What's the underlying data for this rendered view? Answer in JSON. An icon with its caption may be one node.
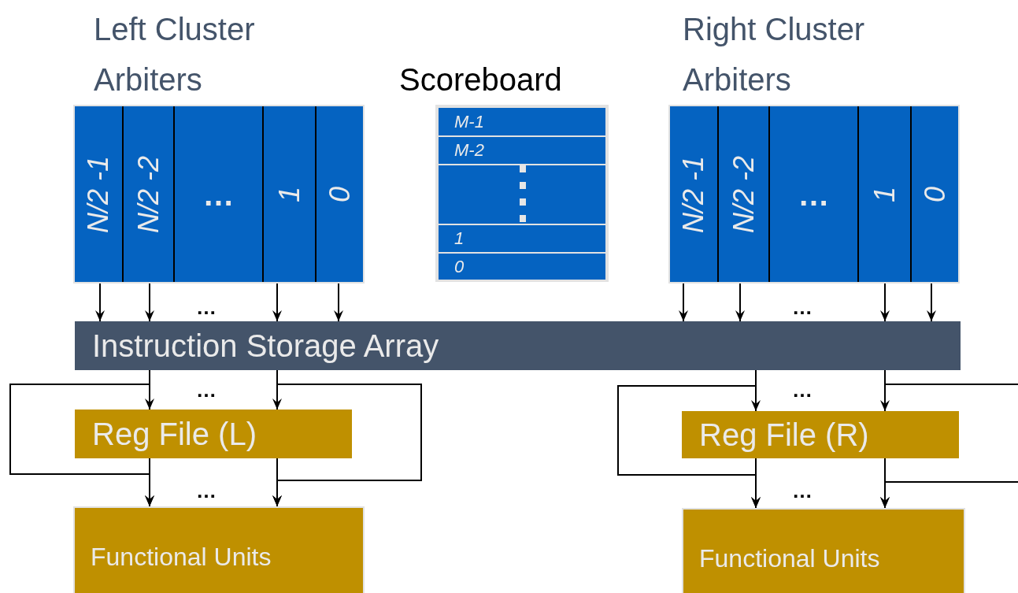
{
  "diagram": {
    "nodes": [
      {
        "text": [
          "Left Cluster Arbiters"
        ]
      },
      {
        "text": [
          "N/2 -1"
        ],
        "in": 0
      },
      {
        "text": [
          "N/2 -2"
        ],
        "in": 0
      },
      {
        "text": [
          "…"
        ],
        "in": 0
      },
      {
        "text": [
          "1"
        ],
        "in": 0
      },
      {
        "text": [
          "0"
        ],
        "in": 0
      },
      {
        "text": [
          "Scoreboard"
        ]
      },
      {
        "text": [
          "M-1"
        ],
        "in": 6
      },
      {
        "text": [
          "M-2"
        ],
        "in": 6
      },
      {
        "text": [],
        "shape": "box",
        "in": 6
      },
      {
        "text": [
          "1"
        ],
        "in": 6
      },
      {
        "text": [
          "0"
        ],
        "in": 6
      },
      {
        "text": [
          "Right Cluster Arbiters"
        ]
      },
      {
        "text": [
          "N/2 -1"
        ],
        "in": 12
      },
      {
        "text": [
          "N/2 -2"
        ],
        "in": 12
      },
      {
        "text": [
          "…"
        ],
        "in": 12
      },
      {
        "text": [
          "1"
        ],
        "in": 12
      },
      {
        "text": [
          "0"
        ],
        "in": 12
      },
      {
        "text": [
          "Instruction Storage Array"
        ]
      },
      {
        "text": [
          "Reg File (L)"
        ]
      },
      {
        "text": [
          "Functional Units"
        ]
      },
      {
        "text": [
          "Reg File (R)"
        ]
      },
      {
        "text": [
          "Functional Units"
        ]
      }
    ],
    "edges": [
      {
        "from": 1,
        "to": 18,
        "arrow": "to"
      },
      {
        "from": 2,
        "to": 18,
        "arrow": "to"
      },
      {
        "from": 4,
        "to": 18,
        "arrow": "to"
      },
      {
        "from": 5,
        "to": 18,
        "arrow": "to"
      },
      {
        "from": 13,
        "to": 18,
        "arrow": "to"
      },
      {
        "from": 14,
        "to": 18,
        "arrow": "to"
      },
      {
        "from": 16,
        "to": 18,
        "arrow": "to"
      },
      {
        "from": 17,
        "to": 18,
        "arrow": "to"
      },
      {
        "from": 18,
        "to": 19,
        "arrow": "to"
      },
      {
        "from": 18,
        "to": 19,
        "arrow": "to"
      },
      {
        "from": 18,
        "to": 20,
        "arrow": "to"
      },
      {
        "from": 18,
        "to": 20,
        "arrow": "to"
      },
      {
        "from": 19,
        "to": 20,
        "arrow": "to"
      },
      {
        "from": 19,
        "to": 20,
        "arrow": "to"
      },
      {
        "from": 18,
        "to": 21,
        "arrow": "to"
      },
      {
        "from": 18,
        "to": 21,
        "arrow": "to"
      },
      {
        "from": 18,
        "to": 22,
        "arrow": "to"
      },
      {
        "from": 18,
        "to": 22,
        "arrow": "to"
      },
      {
        "from": 21,
        "to": 22,
        "arrow": "to"
      },
      {
        "from": 21,
        "to": 22,
        "arrow": "to"
      }
    ],
    "labels": [
      "…",
      "…",
      "…",
      "…",
      "…",
      "…"
    ]
  }
}
